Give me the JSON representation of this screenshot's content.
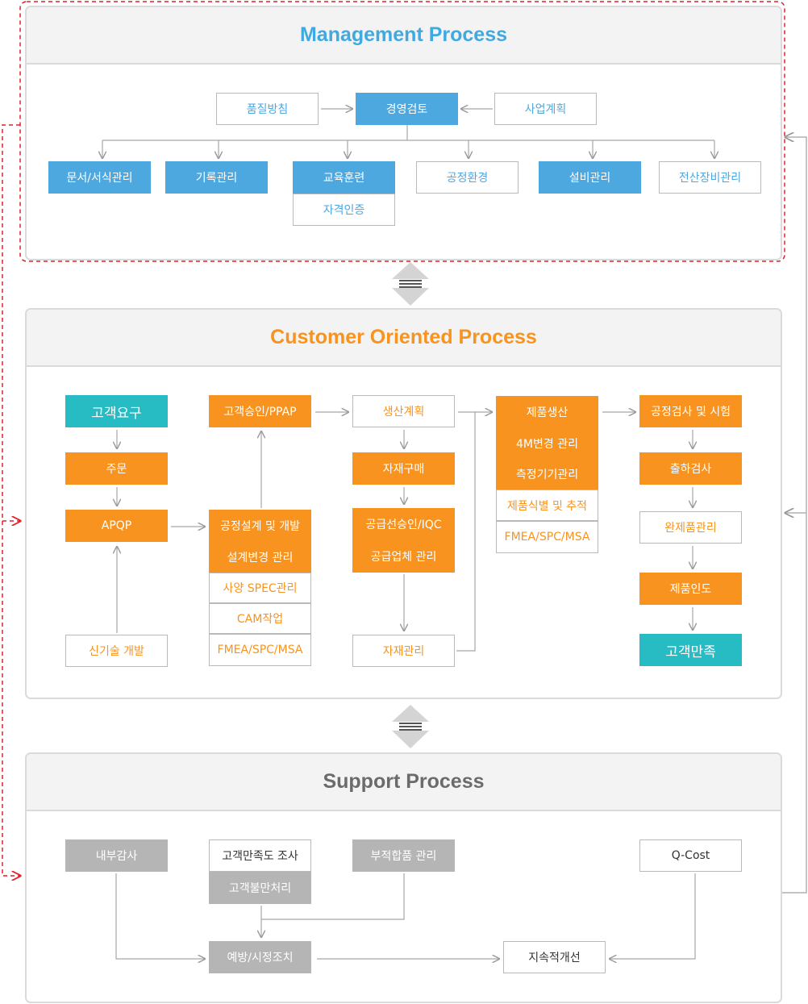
{
  "management": {
    "title": "Management Process",
    "title_color": "#3fa9e0",
    "policy": "품질방침",
    "review": "경영검토",
    "plan": "사업계획",
    "items": [
      "문서/서식관리",
      "기록관리",
      "교육훈련",
      "공정환경",
      "설비관리",
      "전산장비관리"
    ],
    "sub_item": "자격인증"
  },
  "customer": {
    "title": "Customer Oriented Process",
    "title_color": "#f7931e",
    "col1": {
      "top": "고객요구",
      "order": "주문",
      "apqp": "APQP",
      "newtech": "신기술 개발"
    },
    "col2": {
      "top": "고객승인/PPAP",
      "stack": [
        "공정설계 및 개발",
        "설계변경 관리",
        "사양 SPEC관리",
        "CAM작업",
        "FMEA/SPC/MSA"
      ]
    },
    "col3": {
      "plan": "생산계획",
      "purchase": "자재구매",
      "stack": [
        "공급선승인/IQC",
        "공급업체 관리"
      ],
      "material": "자재관리"
    },
    "col4": {
      "stack": [
        "제품생산",
        "4M변경 관리",
        "측정기기관리",
        "제품식별 및 추적",
        "FMEA/SPC/MSA"
      ]
    },
    "col5": {
      "inspect": "공정검사 및 시험",
      "ship": "출하검사",
      "finished": "완제품관리",
      "deliver": "제품인도",
      "satisfy": "고객만족"
    }
  },
  "support": {
    "title": "Support Process",
    "title_color": "#6b6b6b",
    "audit": "내부감사",
    "survey": "고객만족도 조사",
    "complaint": "고객불만처리",
    "nonconform": "부적합품 관리",
    "qcost": "Q-Cost",
    "action": "예방/시정조치",
    "improve": "지속적개선"
  },
  "colors": {
    "blue": "#4ea8e0",
    "orange": "#f7931e",
    "teal": "#27bcc4",
    "gray": "#b5b5b5",
    "red_dash": "#e0202a"
  }
}
